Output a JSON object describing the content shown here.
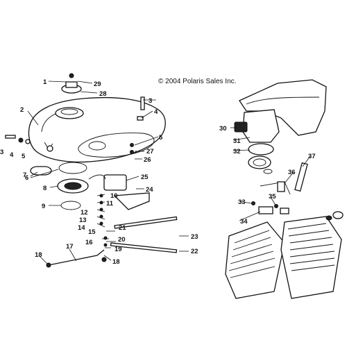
{
  "copyright": "© 2004 Polaris Sales Inc.",
  "callouts": {
    "c1": "1",
    "c2": "2",
    "c3a": "3",
    "c3b": "3",
    "c4a": "4",
    "c4b": "4",
    "c5a": "5",
    "c5b": "5",
    "c6": "6",
    "c7": "7",
    "c8": "8",
    "c9": "9",
    "c10": "10",
    "c11": "11",
    "c12": "12",
    "c13": "13",
    "c14": "14",
    "c15": "15",
    "c16": "16",
    "c17": "17",
    "c18a": "18",
    "c18b": "18",
    "c19": "19",
    "c20": "20",
    "c21": "21",
    "c22": "22",
    "c23": "23",
    "c24": "24",
    "c25": "25",
    "c26": "26",
    "c27": "27",
    "c28": "28",
    "c29": "29",
    "c30": "30",
    "c31": "31",
    "c32": "32",
    "c33": "33",
    "c34": "34",
    "c35": "35",
    "c36": "36",
    "c37": "37"
  }
}
